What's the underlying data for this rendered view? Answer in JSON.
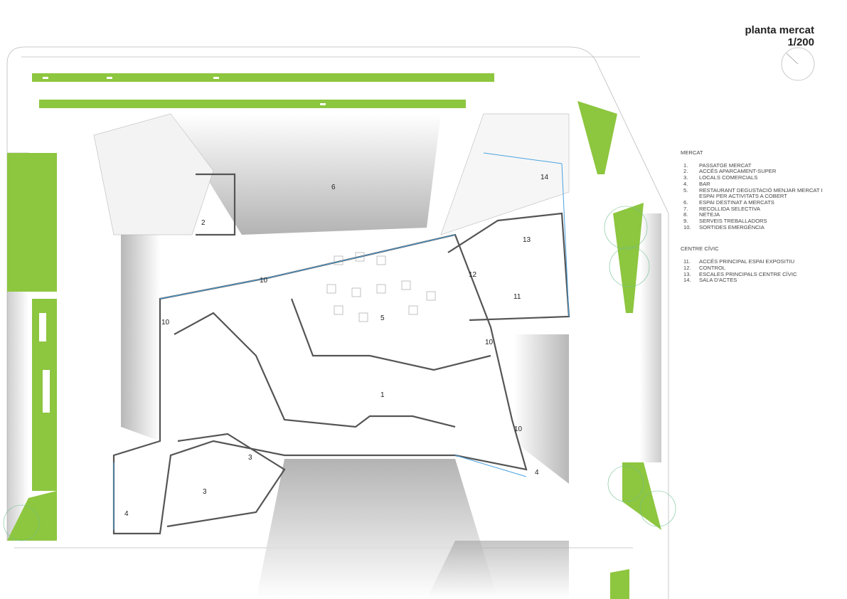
{
  "title": {
    "name": "planta mercat",
    "scale": "1/200"
  },
  "legend": {
    "mercat": {
      "heading": "MERCAT",
      "items": [
        {
          "n": "1.",
          "label": "PASSATGE MERCAT"
        },
        {
          "n": "2.",
          "label": "ACCÉS APARCAMENT-SUPER"
        },
        {
          "n": "3.",
          "label": "LOCALS COMERCIALS"
        },
        {
          "n": "4.",
          "label": "BAR"
        },
        {
          "n": "5.",
          "label": "RESTAURANT DEGUSTACIÓ MENJAR MERCAT I"
        },
        {
          "n": "",
          "label": "ESPAI PER ACTIVITATS A COBERT"
        },
        {
          "n": "6.",
          "label": "ESPAI DESTINAT A MERCATS"
        },
        {
          "n": "7.",
          "label": "RECOLLIDA SELECTIVA"
        },
        {
          "n": "8.",
          "label": "NETEJA"
        },
        {
          "n": "9.",
          "label": "SERVEIS TREBALLADORS"
        },
        {
          "n": "10.",
          "label": "SORTIDES EMERGÈNCIA"
        }
      ]
    },
    "centre_civic": {
      "heading": "CENTRE CÍVIC",
      "items": [
        {
          "n": "11.",
          "label": "ACCÉS PRINCIPAL ESPAI EXPOSITIU"
        },
        {
          "n": "12.",
          "label": "CONTROL"
        },
        {
          "n": "13.",
          "label": "ESCALES PRINCIPALS CENTRE CÍVIC"
        },
        {
          "n": "14.",
          "label": "SALA D'ACTES"
        }
      ]
    }
  },
  "room_labels": {
    "r6": "6",
    "r2": "2",
    "r14": "14",
    "r13": "13",
    "r12": "12",
    "r11": "11",
    "r5": "5",
    "r10a": "10",
    "r10b": "10",
    "r10c": "10",
    "r10d": "10",
    "r1": "1",
    "r3a": "3",
    "r3b": "3",
    "r4a": "4",
    "r4b": "4"
  },
  "colors": {
    "green": "#8dc63f",
    "wall": "#555555",
    "glass": "#4aa3df"
  }
}
